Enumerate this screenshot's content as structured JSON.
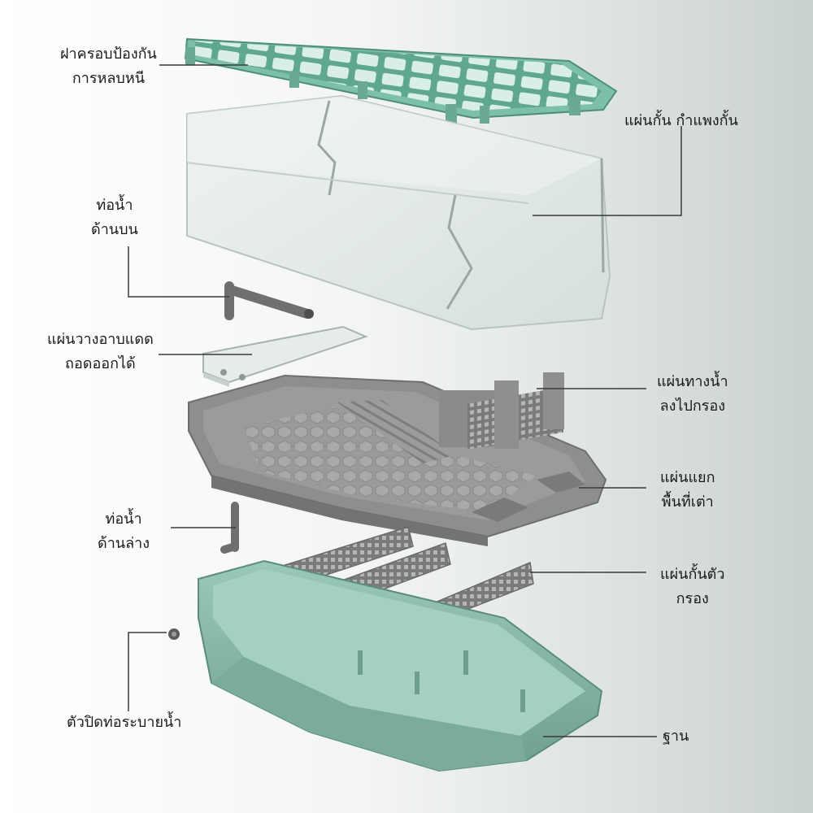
{
  "labels": {
    "escape_lid": "ฝาครอบป้องกัน\nการหลบหนี",
    "wall_partition": "แผ่นกั้น กำแพงกั้น",
    "upper_pipe": "ท่อน้ำ\nด้านบน",
    "basking_plate": "แผ่นวางอาบแดด\nถอดออกได้",
    "water_channel_plate": "แผ่นทางน้ำ\nลงไปกรอง",
    "turtle_area_divider": "แผ่นแยก\nพื้นที่เต่า",
    "lower_pipe": "ท่อน้ำ\nด้านล่าง",
    "filter_partition": "แผ่นกั้นตัว\nกรอง",
    "drain_plug": "ตัวปิดท่อระบายน้ำ",
    "base": "ฐาน"
  },
  "colors": {
    "lid_green": "#7cc0aa",
    "base_green": "#84b3a4",
    "tray_gray": "#8e8e8e",
    "partition_gray": "#7f7f7f",
    "clear_acrylic": "#dfe8e6"
  }
}
